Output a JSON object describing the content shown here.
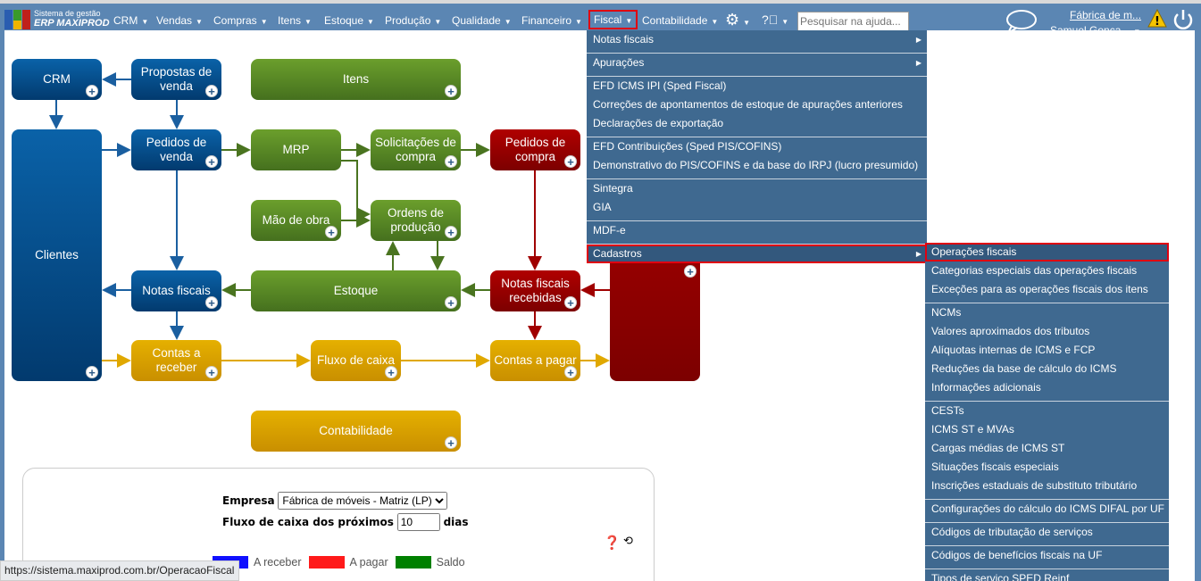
{
  "app": {
    "brand_line1": "Sistema de gestão",
    "brand_line2": "ERP MAXIPROD"
  },
  "nav": {
    "items": [
      "CRM",
      "Vendas",
      "Compras",
      "Itens",
      "Estoque",
      "Produção",
      "Qualidade",
      "Financeiro",
      "Fiscal",
      "Contabilidade"
    ],
    "search_placeholder": "Pesquisar na ajuda...",
    "company": "Fábrica de m...",
    "user": "Samuel Gonça..."
  },
  "flow": {
    "crm": "CRM",
    "propostas": "Propostas de venda",
    "itens": "Itens",
    "clientes": "Clientes",
    "pedidos_venda": "Pedidos de venda",
    "mrp": "MRP",
    "solicitacoes": "Solicitações de compra",
    "pedidos_compra": "Pedidos de compra",
    "mao_obra": "Mão de obra",
    "ordens": "Ordens de produção",
    "notas": "Notas fiscais",
    "estoque": "Estoque",
    "notas_recebidas": "Notas fiscais recebidas",
    "contas_receber": "Contas a receber",
    "fluxo": "Fluxo de caixa",
    "contas_pagar": "Contas a pagar",
    "contabilidade": "Contabilidade"
  },
  "panel": {
    "empresa_label": "Empresa",
    "empresa_value": "Fábrica de móveis - Matriz (LP)",
    "fluxo_label": "Fluxo de caixa dos próximos",
    "fluxo_value": "10",
    "dias": "dias",
    "legend": [
      {
        "label": "A receber",
        "color": "#1010ff"
      },
      {
        "label": "A pagar",
        "color": "#ff1a1a"
      },
      {
        "label": "Saldo",
        "color": "#008000"
      }
    ]
  },
  "fiscal_menu": [
    [
      {
        "label": "Notas fiscais",
        "sub": true
      }
    ],
    [
      {
        "label": "Apurações",
        "sub": true
      }
    ],
    [
      {
        "label": "EFD ICMS IPI (Sped Fiscal)"
      },
      {
        "label": "Correções de apontamentos de estoque de apurações anteriores"
      },
      {
        "label": "Declarações de exportação"
      }
    ],
    [
      {
        "label": "EFD Contribuições (Sped PIS/COFINS)"
      },
      {
        "label": "Demonstrativo do PIS/COFINS e da base do IRPJ (lucro presumido)"
      }
    ],
    [
      {
        "label": "Sintegra"
      },
      {
        "label": "GIA"
      }
    ],
    [
      {
        "label": "MDF-e"
      }
    ],
    [
      {
        "label": "Cadastros",
        "sub": true,
        "active": true
      }
    ]
  ],
  "cadastros_menu": [
    [
      {
        "label": "Operações fiscais",
        "active": true
      },
      {
        "label": "Categorias especiais das operações fiscais"
      },
      {
        "label": "Exceções para as operações fiscais dos itens"
      }
    ],
    [
      {
        "label": "NCMs"
      },
      {
        "label": "Valores aproximados dos tributos"
      },
      {
        "label": "Alíquotas internas de ICMS e FCP"
      },
      {
        "label": "Reduções da base de cálculo do ICMS"
      },
      {
        "label": "Informações adicionais"
      }
    ],
    [
      {
        "label": "CESTs"
      },
      {
        "label": "ICMS ST e MVAs"
      },
      {
        "label": "Cargas médias de ICMS ST"
      },
      {
        "label": "Situações fiscais especiais"
      },
      {
        "label": "Inscrições estaduais de substituto tributário"
      }
    ],
    [
      {
        "label": "Configurações do cálculo do ICMS DIFAL por UF"
      }
    ],
    [
      {
        "label": "Códigos de tributação de serviços"
      }
    ],
    [
      {
        "label": "Códigos de benefícios fiscais na UF"
      }
    ],
    [
      {
        "label": "Tipos de serviço SPED Reinf"
      }
    ]
  ],
  "status_url": "https://sistema.maxiprod.com.br/OperacaoFiscal"
}
